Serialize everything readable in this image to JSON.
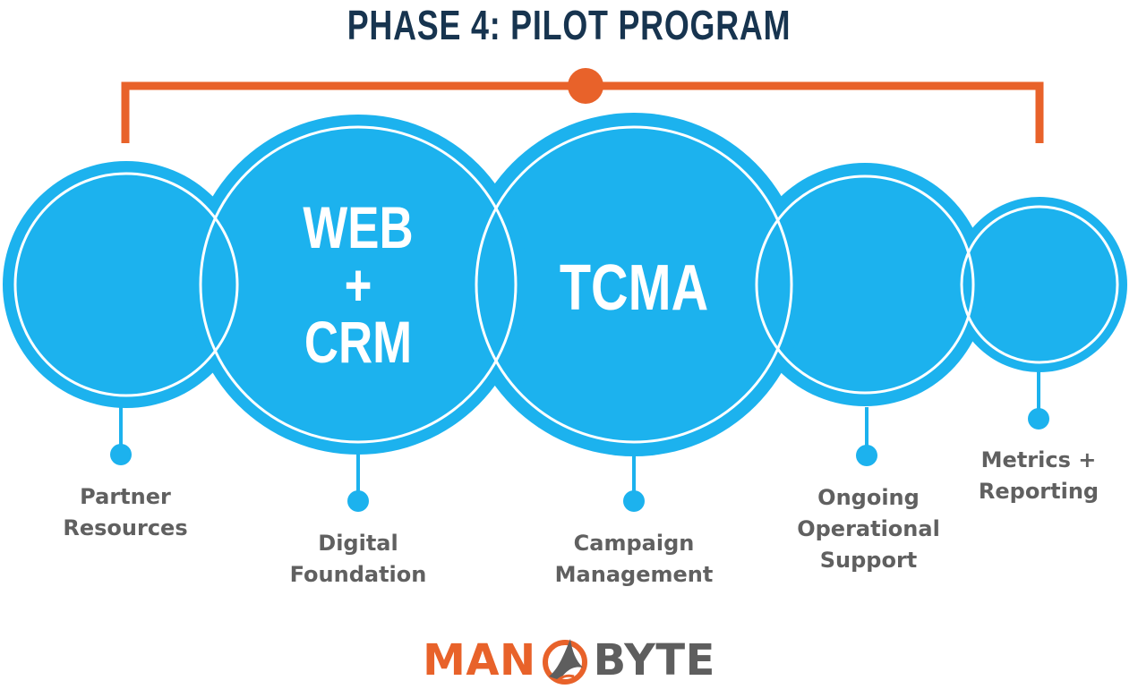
{
  "title": "PHASE 4: PILOT PROGRAM",
  "colors": {
    "circle": "#1cb2ee",
    "circle_ring": "#ffffff",
    "bracket": "#e8622a",
    "title": "#17344f",
    "label": "#606060"
  },
  "circles": {
    "web_crm": {
      "line1": "WEB",
      "line2": "+",
      "line3": "CRM"
    },
    "tcma": {
      "text": "TCMA"
    }
  },
  "labels": {
    "partner_resources": {
      "line1": "Partner",
      "line2": "Resources"
    },
    "digital_foundation": {
      "line1": "Digital",
      "line2": "Foundation"
    },
    "campaign_management": {
      "line1": "Campaign",
      "line2": "Management"
    },
    "ongoing_support": {
      "line1": "Ongoing",
      "line2": "Operational",
      "line3": "Support"
    },
    "metrics_reporting": {
      "line1": "Metrics +",
      "line2": "Reporting"
    }
  },
  "logo": {
    "left": "MAN",
    "right": "BYTE",
    "mark_icon": "shark-fin-icon"
  }
}
